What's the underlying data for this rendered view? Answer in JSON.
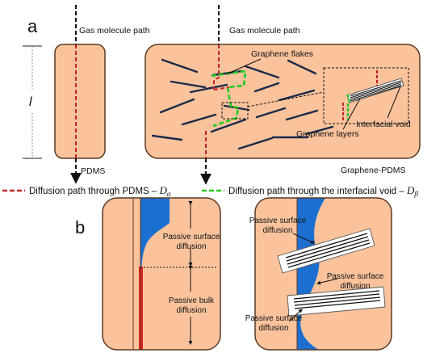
{
  "panel_a": {
    "letter": "a",
    "gas_path_left": "Gas molecule path",
    "gas_path_right": "Gas molecule path",
    "length_symbol": "l",
    "graphene_flakes": "Graphene flakes",
    "graphene_layers": "Graphene layers",
    "interfacial_void": "Interfacial void",
    "pdms": "PDMS",
    "graphene_pdms": "Graphene-PDMS"
  },
  "legend": {
    "red_text": "Diffusion path through PDMS – ",
    "red_symbol": "D",
    "red_sub": "α",
    "green_text": "Diffusion path through the interfacial void – ",
    "green_symbol": "D",
    "green_sub": "β"
  },
  "panel_b": {
    "letter": "b",
    "left_surface_1": "Passive surface",
    "left_surface_2": "diffusion",
    "left_bulk_1": "Passive bulk",
    "left_bulk_2": "diffusion",
    "right_top_1": "Passive surface",
    "right_top_2": "diffusion",
    "right_mid_1": "Passive surface",
    "right_mid_2": "diffusion",
    "right_bot_1": "Passive surface",
    "right_bot_2": "diffusion"
  },
  "colors": {
    "matrix_fill": "#fac39c",
    "outline": "#5a3a22",
    "red_path": "#c0232a",
    "green_path": "#22cc22",
    "blue_region": "#1b6fd1"
  }
}
